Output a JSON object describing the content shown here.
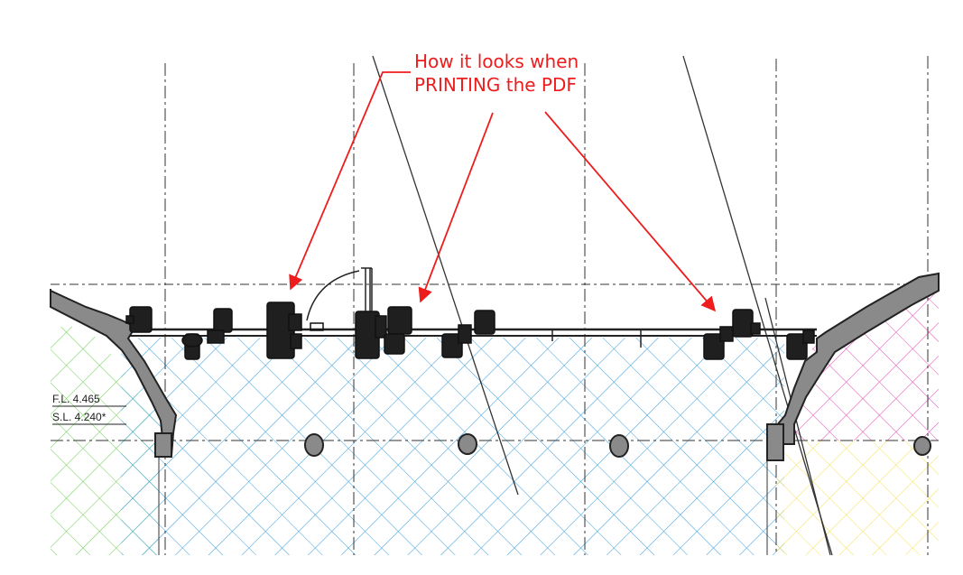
{
  "annotation": {
    "line1": "How it looks when",
    "line2": "PRINTING the PDF",
    "color": "#ee1c1c"
  },
  "labels": {
    "fl": "F.L. 4.465",
    "sl": "S.L. 4.240*"
  },
  "hatch_colors": {
    "green": "#6fcf56",
    "blue": "#3ea0dd",
    "magenta": "#e44fb5",
    "yellow": "#f5e15a"
  }
}
